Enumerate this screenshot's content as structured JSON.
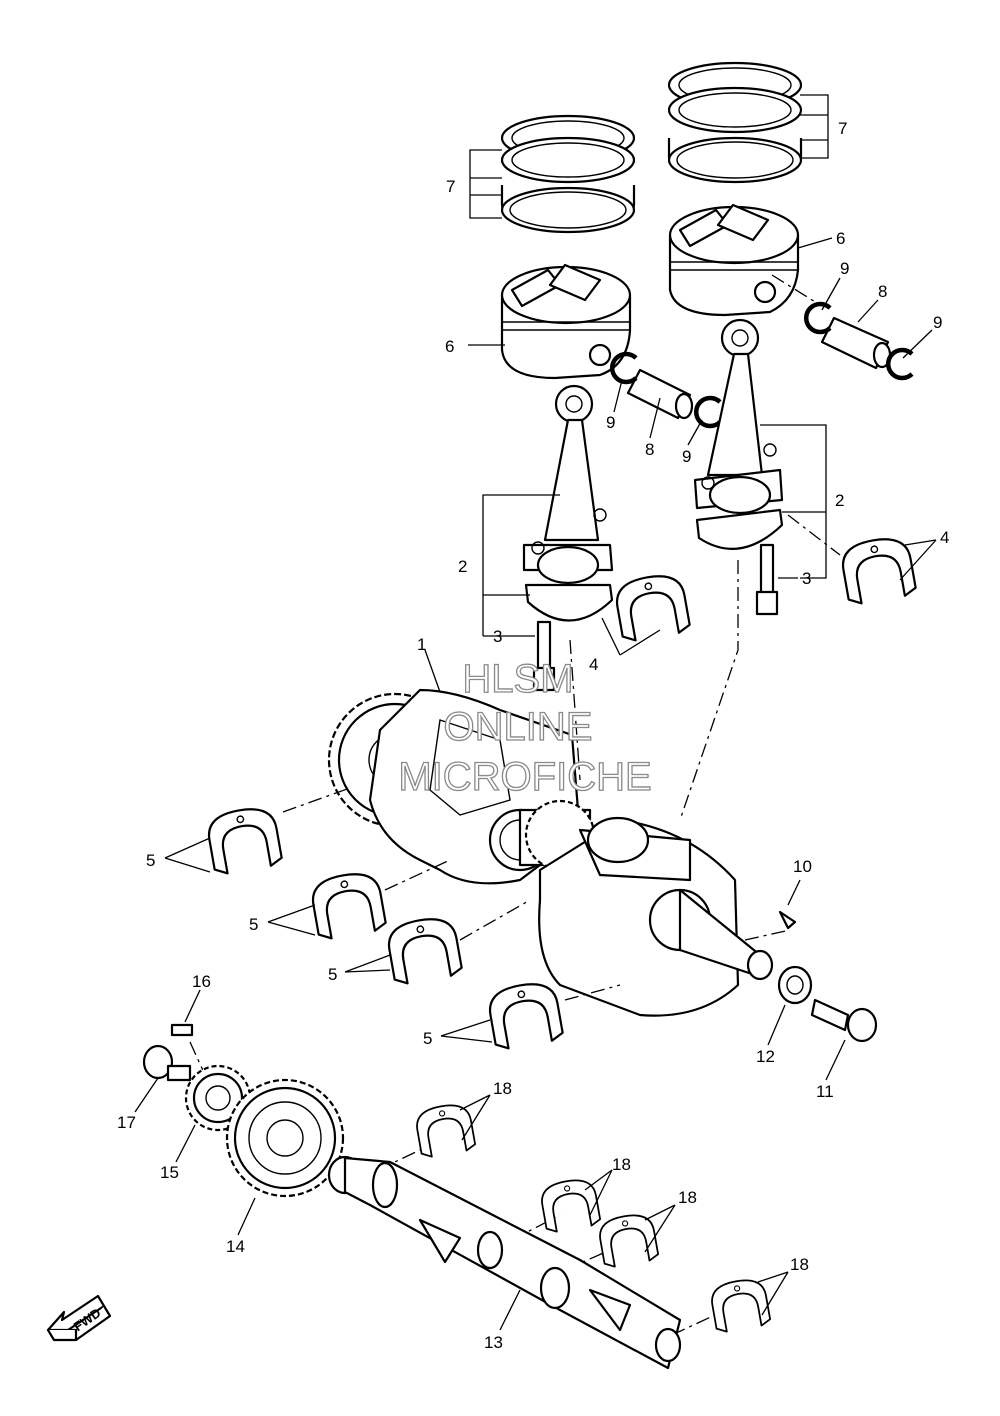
{
  "watermark": {
    "line1": "HLSM",
    "line2": "ONLINE",
    "line3": "MICROFICHE"
  },
  "direction_arrow": {
    "label": "FWD"
  },
  "callouts": {
    "c1": "1",
    "c2a": "2",
    "c2b": "2",
    "c3a": "3",
    "c3b": "3",
    "c4a": "4",
    "c4b": "4",
    "c5a": "5",
    "c5b": "5",
    "c5c": "5",
    "c5d": "5",
    "c6a": "6",
    "c6b": "6",
    "c7a": "7",
    "c7b": "7",
    "c8a": "8",
    "c8b": "8",
    "c9a": "9",
    "c9b": "9",
    "c9c": "9",
    "c9d": "9",
    "c10": "10",
    "c11": "11",
    "c12": "12",
    "c13": "13",
    "c14": "14",
    "c15": "15",
    "c16": "16",
    "c17": "17",
    "c18a": "18",
    "c18b": "18",
    "c18c": "18",
    "c18d": "18"
  }
}
